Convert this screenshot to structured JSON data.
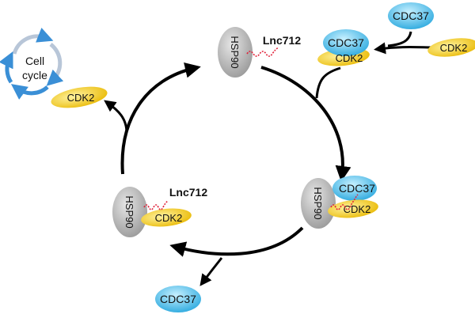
{
  "labels": {
    "hsp90": "HSP90",
    "lnc712": "Lnc712",
    "cdc37": "CDC37",
    "cdk2": "CDK2",
    "cell": "Cell",
    "cycle": "cycle"
  },
  "colors": {
    "cdc37_fill": "#35b5e6",
    "cdk2_fill": "#f5cf12",
    "hsp90_fill": "#b9b9b9",
    "lnc712_wave": "#e0223a",
    "arrow": "#000000",
    "cell_cycle_arrow": "#3a8fd6"
  },
  "icons": [
    "cell-cycle-icon",
    "rna-wave-icon"
  ]
}
